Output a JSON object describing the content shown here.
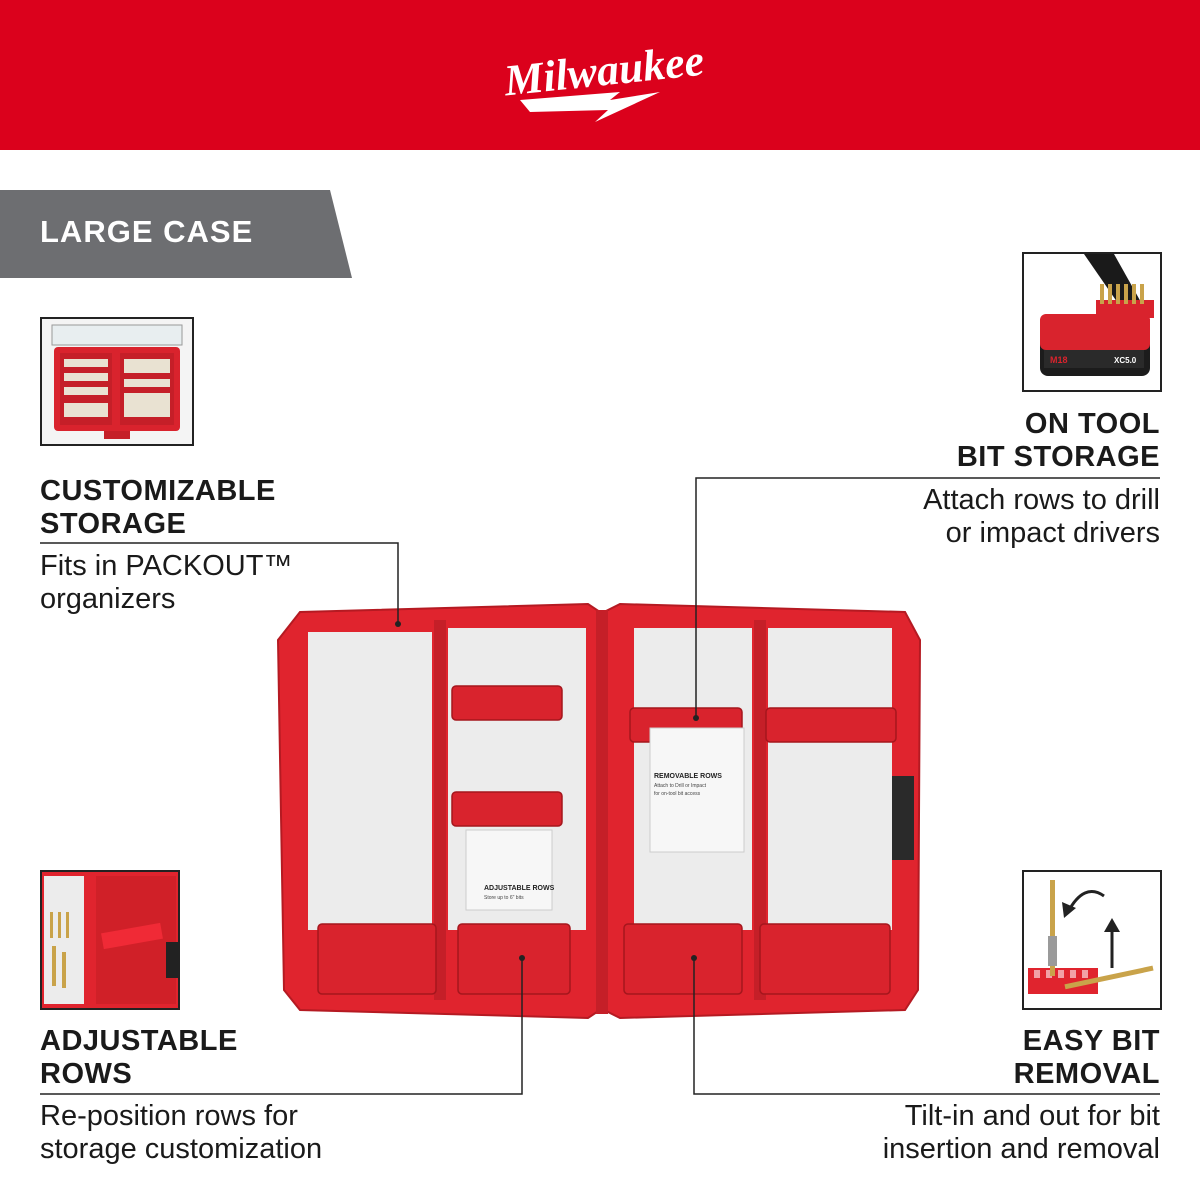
{
  "brand": {
    "name": "Milwaukee"
  },
  "banner": {
    "label": "LARGE CASE"
  },
  "features": {
    "customizable": {
      "heading_line1": "CUSTOMIZABLE",
      "heading_line2": "STORAGE",
      "desc_line1": "Fits in PACKOUT™",
      "desc_line2": "organizers"
    },
    "on_tool": {
      "heading_line1": "ON TOOL",
      "heading_line2": "BIT STORAGE",
      "desc_line1": "Attach rows to drill",
      "desc_line2": "or impact drivers"
    },
    "adjustable": {
      "heading_line1": "ADJUSTABLE",
      "heading_line2": "ROWS",
      "desc_line1": "Re-position rows for",
      "desc_line2": "storage customization"
    },
    "easy_removal": {
      "heading_line1": "EASY BIT",
      "heading_line2": "REMOVAL",
      "desc_line1": "Tilt-in and out for bit",
      "desc_line2": "insertion and removal"
    }
  },
  "case_labels": {
    "adjustable_rows": "ADJUSTABLE ROWS",
    "adjustable_rows_sub": "Store up to 6\" bits",
    "removable_rows": "REMOVABLE ROWS",
    "removable_rows_sub1": "Attach to Drill or Impact",
    "removable_rows_sub2": "for on-tool bit access"
  },
  "battery": {
    "label": "M18",
    "sublabel": "XC5.0"
  },
  "colors": {
    "brand_red": "#db011c",
    "banner_gray": "#6d6e71",
    "case_red": "#e0242e"
  }
}
